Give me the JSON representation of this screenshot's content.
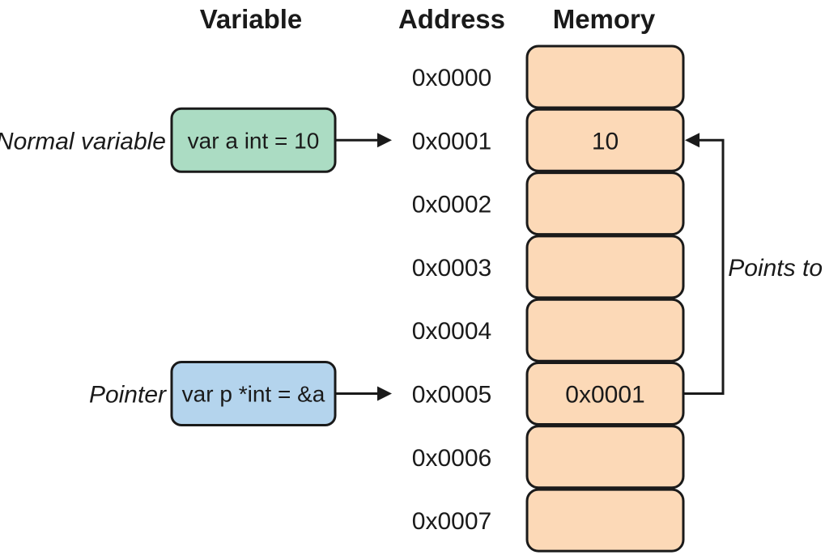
{
  "headers": {
    "variable": "Variable",
    "address": "Address",
    "memory": "Memory"
  },
  "addresses": [
    "0x0000",
    "0x0001",
    "0x0002",
    "0x0003",
    "0x0004",
    "0x0005",
    "0x0006",
    "0x0007"
  ],
  "memory_cells": [
    "",
    "10",
    "",
    "",
    "",
    "0x0001",
    "",
    ""
  ],
  "variables": [
    {
      "label": "Normal variable",
      "code": "var a int = 10",
      "fill": "#abdcc3",
      "address_index": 1
    },
    {
      "label": "Pointer",
      "code": "var p *int = &a",
      "fill": "#b4d4ed",
      "address_index": 5
    }
  ],
  "pointer_arrow": {
    "label": "Points to",
    "from_index": 5,
    "to_index": 1
  },
  "colors": {
    "memory_cell_fill": "#fcd9b7",
    "outline": "#1a1a1a",
    "normal_variable_fill": "#abdcc3",
    "pointer_fill": "#b4d4ed"
  }
}
